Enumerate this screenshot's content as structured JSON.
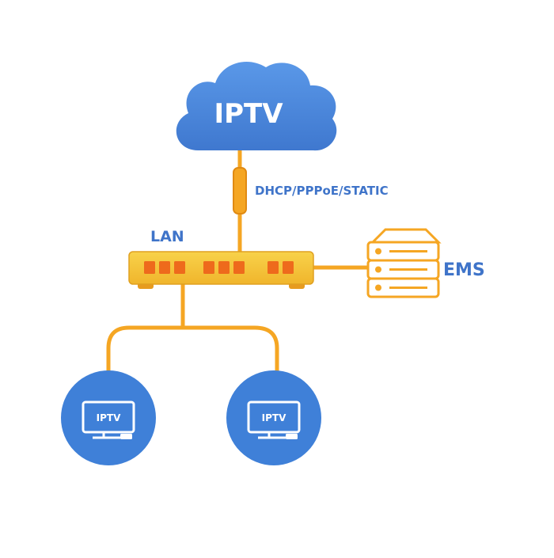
{
  "cloud": {
    "label": "IPTV",
    "icon": "cloud-icon",
    "color": "#4f8de0"
  },
  "uplink": {
    "label": "DHCP/PPPoE/STATIC"
  },
  "router": {
    "label": "LAN",
    "icon": "router-icon",
    "color": "#f5c33b",
    "port_color": "#ee6a1c"
  },
  "server": {
    "label": "EMS",
    "icon": "server-rack-icon"
  },
  "clients": [
    {
      "label": "IPTV",
      "icon": "tv-icon"
    },
    {
      "label": "IPTV",
      "icon": "tv-icon"
    }
  ],
  "colors": {
    "link": "#f5a623",
    "text_blue": "#3f74c9",
    "client_circle": "#3f80d8"
  }
}
